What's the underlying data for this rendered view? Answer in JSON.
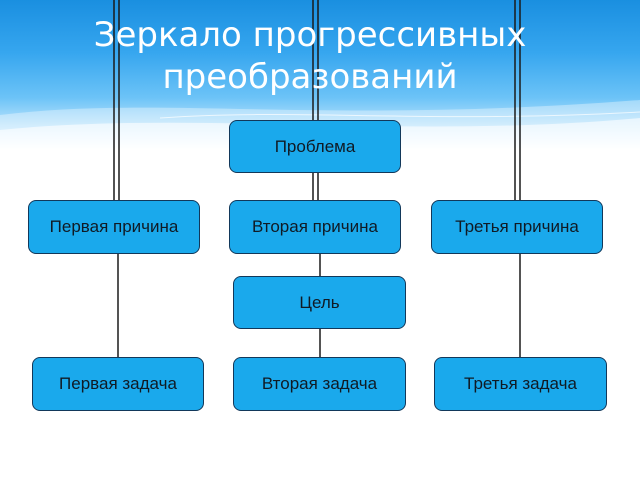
{
  "title": "Зеркало прогрессивных преобразований",
  "nodes": {
    "problem": "Проблема",
    "cause1": "Первая причина",
    "cause2": "Вторая причина",
    "cause3": "Третья причина",
    "goal": "Цель",
    "task1": "Первая задача",
    "task2": "Вторая задача",
    "task3": "Третья задача"
  },
  "colors": {
    "node_fill": "#1aa9ec",
    "node_border": "#12385a",
    "line": "#1a1a1a",
    "banner": "#1a8fe0"
  }
}
